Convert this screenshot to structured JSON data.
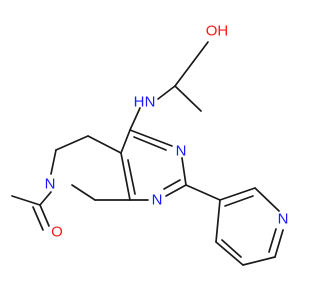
{
  "colors": {
    "carbon": "#1a1a1a",
    "nitrogen": "#1a1aff",
    "oxygen": "#ff1a1a",
    "background": "#ffffff"
  },
  "atoms": [
    {
      "label": "OH",
      "element": "O"
    },
    {
      "label": "N",
      "element": "N"
    },
    {
      "label": "H",
      "element": "N"
    },
    {
      "label": "N",
      "element": "N"
    },
    {
      "label": "N",
      "element": "N"
    },
    {
      "label": "N",
      "element": "N"
    },
    {
      "label": "O",
      "element": "O"
    },
    {
      "label": "N",
      "element": "N"
    }
  ]
}
